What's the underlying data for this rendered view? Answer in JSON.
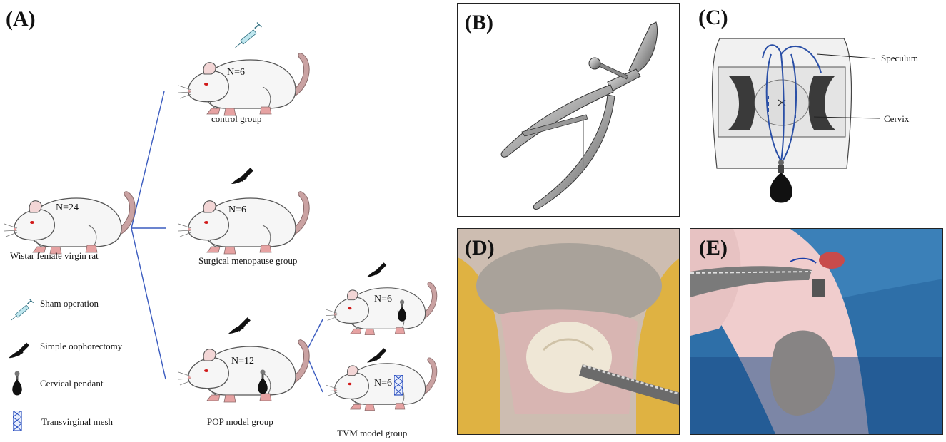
{
  "panels": {
    "a": "(A)",
    "b": "(B)",
    "c": "(C)",
    "d": "(D)",
    "e": "(E)"
  },
  "groups": {
    "source_label": "Wistar female virgin rat",
    "source_n": "N=24",
    "control_label": "control group",
    "control_n": "N=6",
    "menopause_label": "Surgical menopause group",
    "menopause_n": "N=6",
    "pop_label": "POP model group",
    "pop_n": "N=12",
    "tvm_label": "TVM model group",
    "sub1_n": "N=6",
    "sub2_n": "N=6"
  },
  "legend": {
    "sham": "Sham operation",
    "oophorectomy": "Simple oophorectomy",
    "pendant": "Cervical pendant",
    "mesh": "Transvirginal mesh"
  },
  "panel_c": {
    "speculum": "Speculum",
    "cervix": "Cervix"
  },
  "icons": [
    "syringe-icon",
    "scalpel-icon",
    "pendant-icon",
    "mesh-icon"
  ],
  "colors": {
    "line": "#3a5bbf",
    "rat_body": "#f4f4f4",
    "rat_tail": "#c9a3a3",
    "rat_paw": "#e6a2a2",
    "eye": "#d11a1a",
    "tissue_yellow": "#e0b23a",
    "tissue_pink": "#e9c3c3",
    "drape_blue": "#2a6ea6"
  }
}
